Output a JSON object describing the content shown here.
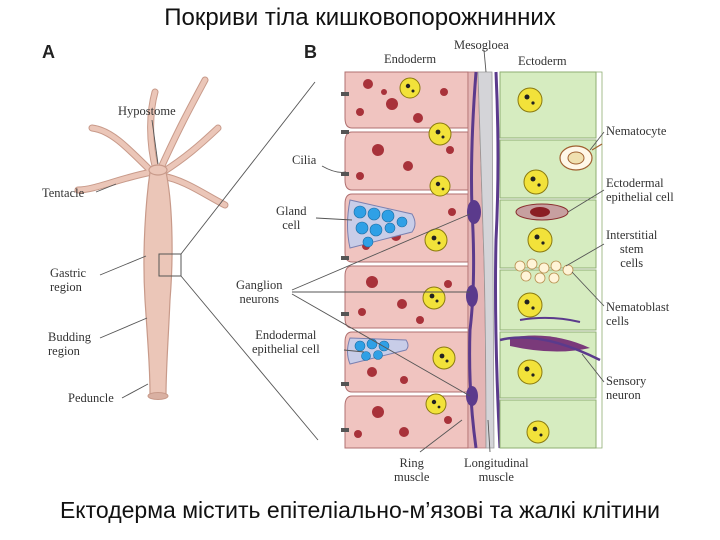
{
  "title": "Покриви тіла кишковопорожнинних",
  "caption": "Ектодерма містить епітеліально-м’язові та жалкі клітини",
  "panels": {
    "a": "A",
    "b": "B"
  },
  "labels_a": {
    "hypostome": "Hypostome",
    "tentacle": "Tentacle",
    "gastric_1": "Gastric",
    "gastric_2": "region",
    "budding_1": "Budding",
    "budding_2": "region",
    "peduncle": "Peduncle"
  },
  "labels_b": {
    "endoderm": "Endoderm",
    "mesogloea": "Mesogloea",
    "ectoderm": "Ectoderm",
    "cilia": "Cilia",
    "gland_1": "Gland",
    "gland_2": "cell",
    "ganglion_1": "Ganglion",
    "ganglion_2": "neurons",
    "endodermal_1": "Endodermal",
    "endodermal_2": "epithelial cell",
    "ring_1": "Ring",
    "ring_2": "muscle",
    "longitudinal_1": "Longitudinal",
    "longitudinal_2": "muscle",
    "nematocyte": "Nematocyte",
    "ectodermal_1": "Ectodermal",
    "ectodermal_2": "epithelial cell",
    "interstitial_1": "Interstitial",
    "interstitial_2": "stem",
    "interstitial_3": "cells",
    "nematoblast_1": "Nematoblast",
    "nematoblast_2": "cells",
    "sensory_1": "Sensory",
    "sensory_2": "neuron"
  },
  "colors": {
    "body": "#ebc6b8",
    "endoderm": "#f0c4c0",
    "endoderm_edge": "#b07070",
    "granule": "#a8323a",
    "ectoderm": "#d6ecc0",
    "ectoderm_edge": "#8fae72",
    "nucleus": "#f2e23a",
    "mesogloea": "#d4d4d8",
    "neuron": "#5b3a8c",
    "gland_vesicle": "#2fa0e6"
  }
}
